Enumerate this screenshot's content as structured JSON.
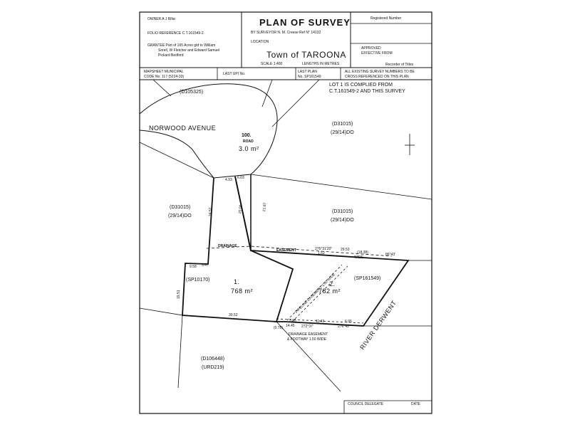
{
  "header": {
    "owner": "OWNER A J Rifar",
    "folio": "FOLIO REFERENCE  C.T.161549-2",
    "grantee_1": "GRANTEE Part of 165 Acres gtd to William",
    "grantee_2": "Sorell, W Fletcher and Edward Samuel",
    "grantee_3": "Pickard Bedford",
    "title": "PLAN OF SURVEY",
    "surveyor": "BY SURVEYOR N. M. Creese  Ref N° 14132",
    "location_label": "LOCATION",
    "location": "Town of TAROONA",
    "scale": "SCALE 1:400",
    "lengths": "LENGTHS IN METRES",
    "registered": "Registered Number",
    "approved": "APPROVED",
    "effective": "EFFECTIVE FROM",
    "recorder": "Recorder of Titles"
  },
  "refbar": {
    "mapsheet_1": "MAPSHEET MUNICIPAL",
    "mapsheet_2": "CODE No. 117 (5224-33)",
    "last_upi": "LAST UPI No.",
    "last_plan_1": "LAST PLAN",
    "last_plan_2": "No.  SP161549",
    "note_1": "ALL EXISTING SURVEY NUMBERS TO BE",
    "note_2": "CROSS REFERENCED ON THIS PLAN"
  },
  "plan": {
    "lot_note_1": "LOT 1 IS COMPLIED FROM",
    "lot_note_2": "C.T.161549-2 AND THIS SURVEY",
    "norwood": "NORWOOD AVENUE",
    "road_num": "100.",
    "road_word": "ROAD",
    "road_area": "3.0 m²",
    "d105325": "(D105325)",
    "d31015_tr": "(D31015)",
    "d31015_tr_sub": "(29/14)DO",
    "d31015_l": "(D31015)",
    "d31015_l_sub": "(29/14)DO",
    "d31015_r": "(D31015)",
    "d31015_r_sub": "(29/14)DO",
    "sp10170": "(SP10170)",
    "lot1_num": "1.",
    "lot1_area": "768 m²",
    "lot2_num": "2.",
    "lot2_area": "782 m²",
    "sp161549": "(SP161549)",
    "d106448": "(D106448)",
    "urd219": "(URD219)",
    "river": "RIVER DERWENT",
    "drainage_word": "DRAINAGE",
    "easement_word": "EASEMENT",
    "pipeline": "PIPELINE EASEMENT 1.50 WIDE",
    "footway_1": "DRAINAGE EASEMENT",
    "footway_2": "& FOOTWAY 1.50 WIDE",
    "dim_3052": "30.52",
    "dim_152": "1.52",
    "dim_2053": "29.53",
    "dim_1838": "(18.38)",
    "dim_bearing_top": "276°31'20\"",
    "dim_8645": "86°43'",
    "dim_wide": "WIDE",
    "dim_1143": "11.43",
    "dim_695": "6.95",
    "dim_bearing_bot": "272°37'",
    "dim_27645": "276°45'",
    "dim_395": "3.95",
    "dim_1445": "14.45",
    "dim_075": "(0.75)",
    "dim_958": "9.58",
    "dim_547": "5.47",
    "dim_2457": "24.57",
    "dim_1951": "19.51",
    "dim_493": "4.93",
    "dim_603": "6.03",
    "dim_2009": "20.09",
    "dim_2187": "21.87"
  },
  "footer": {
    "council": "COUNCIL DELEGATE",
    "date": "DATE"
  }
}
